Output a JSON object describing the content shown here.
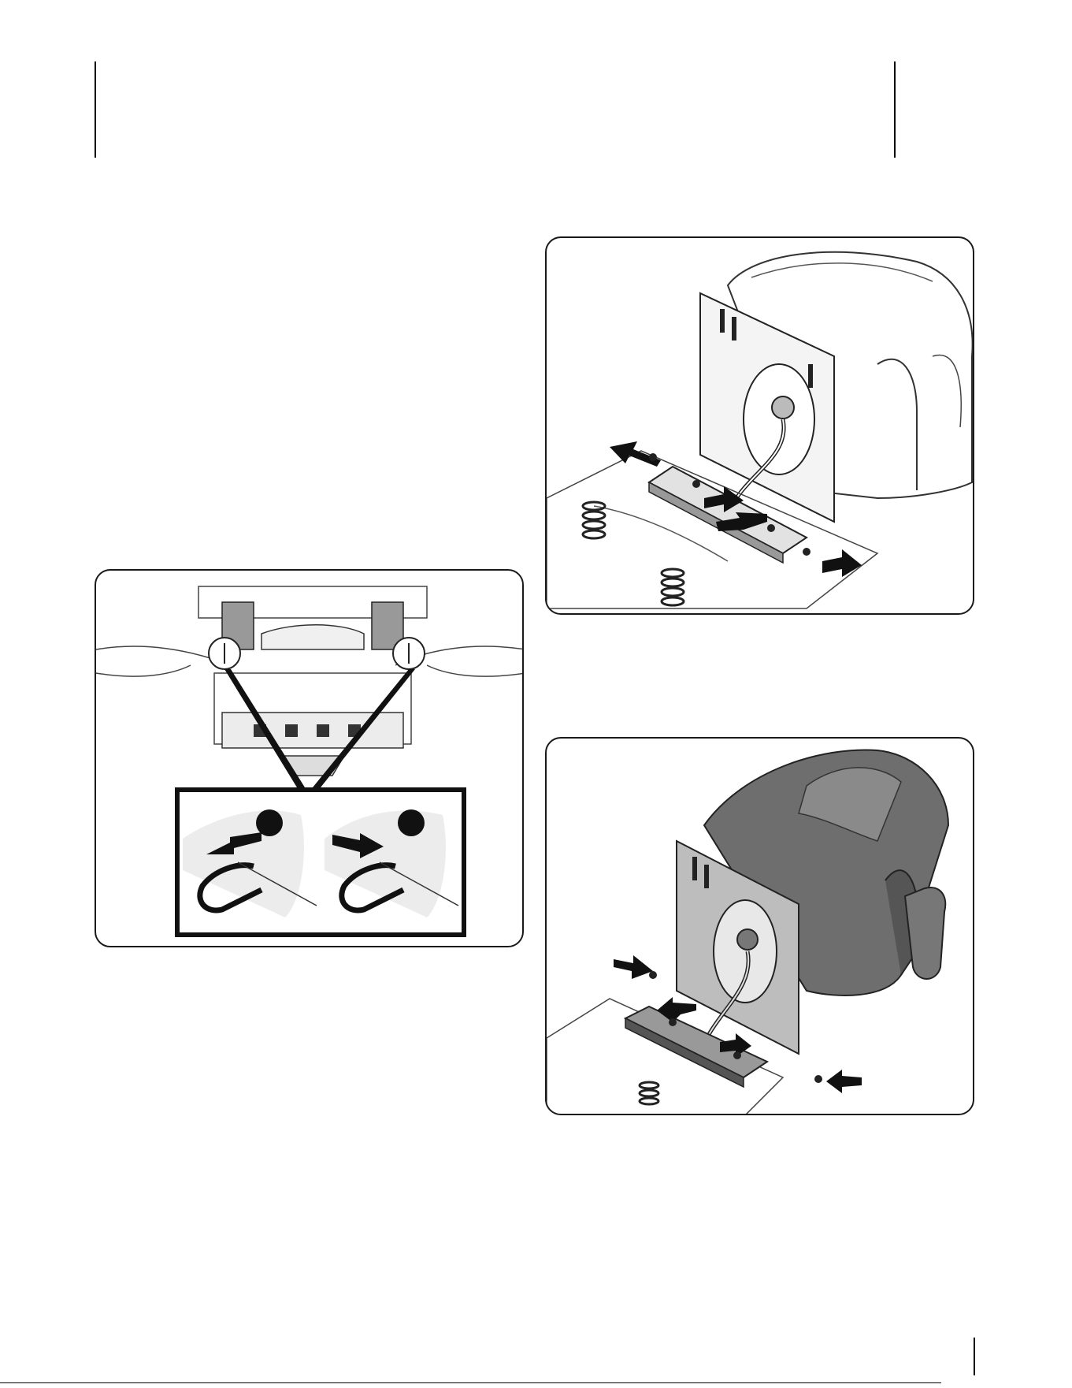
{
  "page": {
    "footer_code": ""
  },
  "figures": [
    {
      "id": "seat-bracket-removal",
      "icon": "seat-bracket-diagram"
    },
    {
      "id": "seat-bracket-install",
      "icon": "seat-bracket-diagram"
    },
    {
      "id": "hook-release",
      "icon": "hook-diagram"
    }
  ]
}
